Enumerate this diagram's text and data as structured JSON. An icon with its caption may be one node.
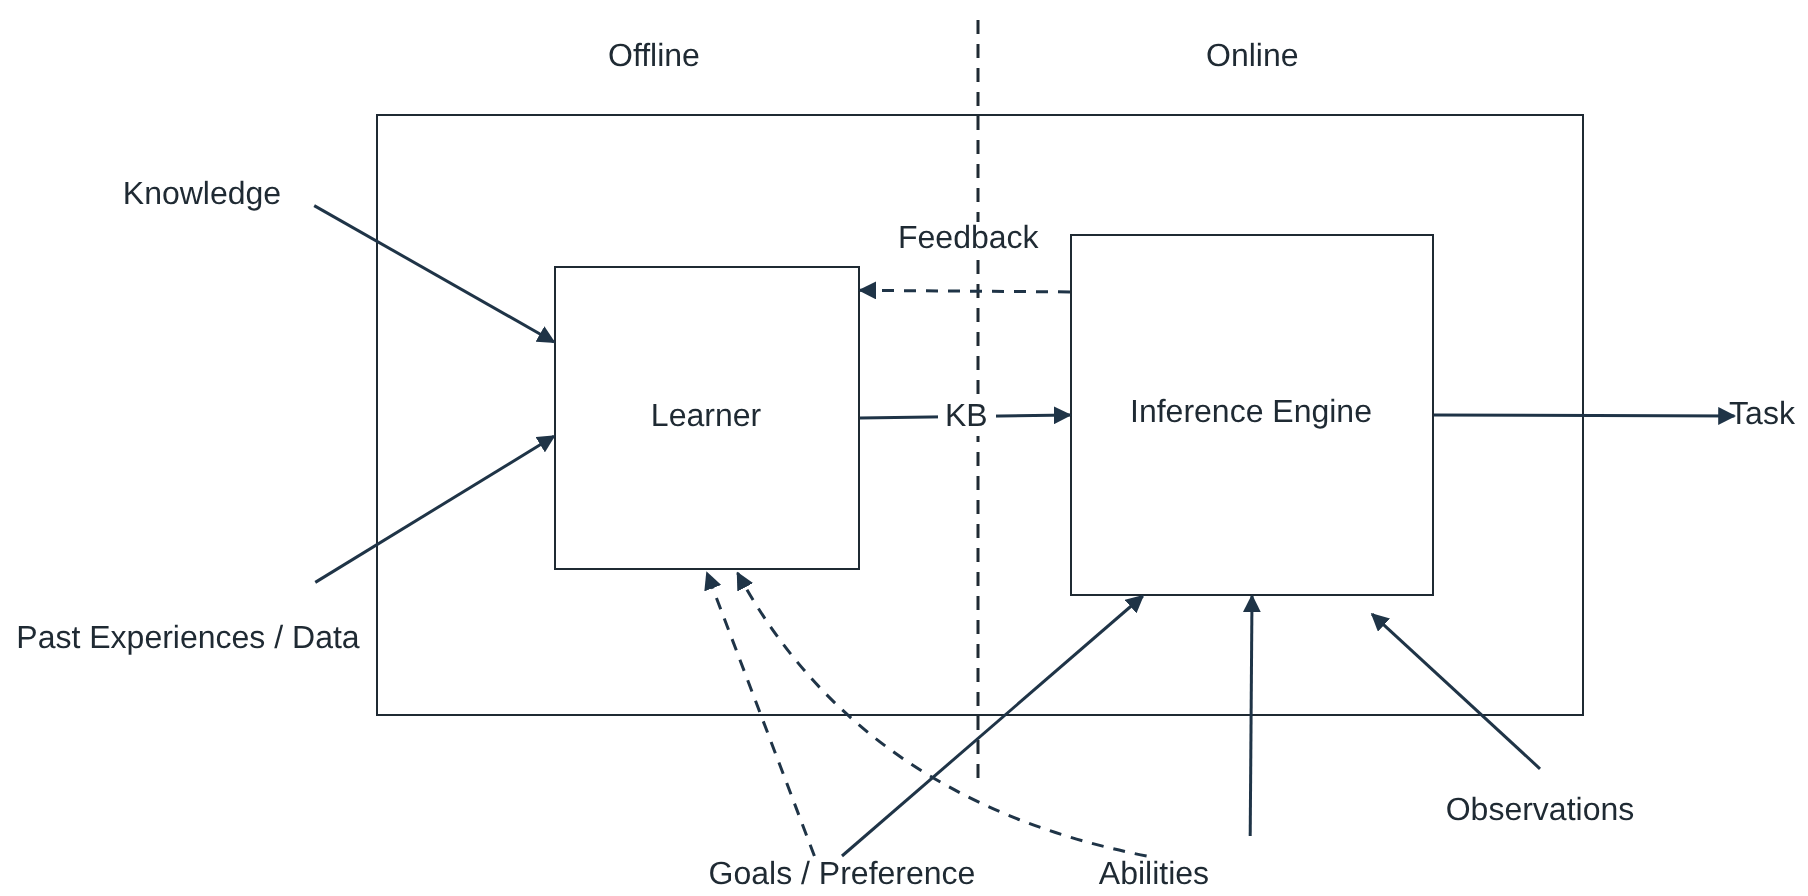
{
  "diagram": {
    "nodes": [
      {
        "text": [],
        "shape": "box"
      },
      {
        "text": [
          "Learner"
        ],
        "in": 0
      },
      {
        "text": [
          "Inference Engine"
        ],
        "in": 0
      },
      {
        "text": [
          "Knowledge"
        ]
      },
      {
        "text": [
          "Past Experiences / Data"
        ]
      },
      {
        "text": [
          "Goals / Preference"
        ]
      },
      {
        "text": [
          "Abilities"
        ]
      },
      {
        "text": [
          "Observations"
        ]
      },
      {
        "text": [
          "Task"
        ]
      }
    ],
    "edges": [
      {
        "from": 3,
        "to": 1,
        "arrow": "to"
      },
      {
        "from": 4,
        "to": 1,
        "arrow": "to"
      },
      {
        "from": 1,
        "to": 2,
        "arrow": "to",
        "label": "KB"
      },
      {
        "from": 2,
        "to": 1,
        "arrow": "to",
        "label": "Feedback",
        "style": "dashed"
      },
      {
        "from": 2,
        "to": 8,
        "arrow": "to"
      },
      {
        "from": 5,
        "to": 1,
        "arrow": "to",
        "style": "dashed"
      },
      {
        "from": 5,
        "to": 2,
        "arrow": "to"
      },
      {
        "from": 6,
        "to": 1,
        "arrow": "to",
        "style": "dashed"
      },
      {
        "from": 6,
        "to": 2,
        "arrow": "to"
      },
      {
        "from": 7,
        "to": 2,
        "arrow": "to"
      }
    ],
    "labels": [
      "Offline",
      "Online"
    ]
  }
}
